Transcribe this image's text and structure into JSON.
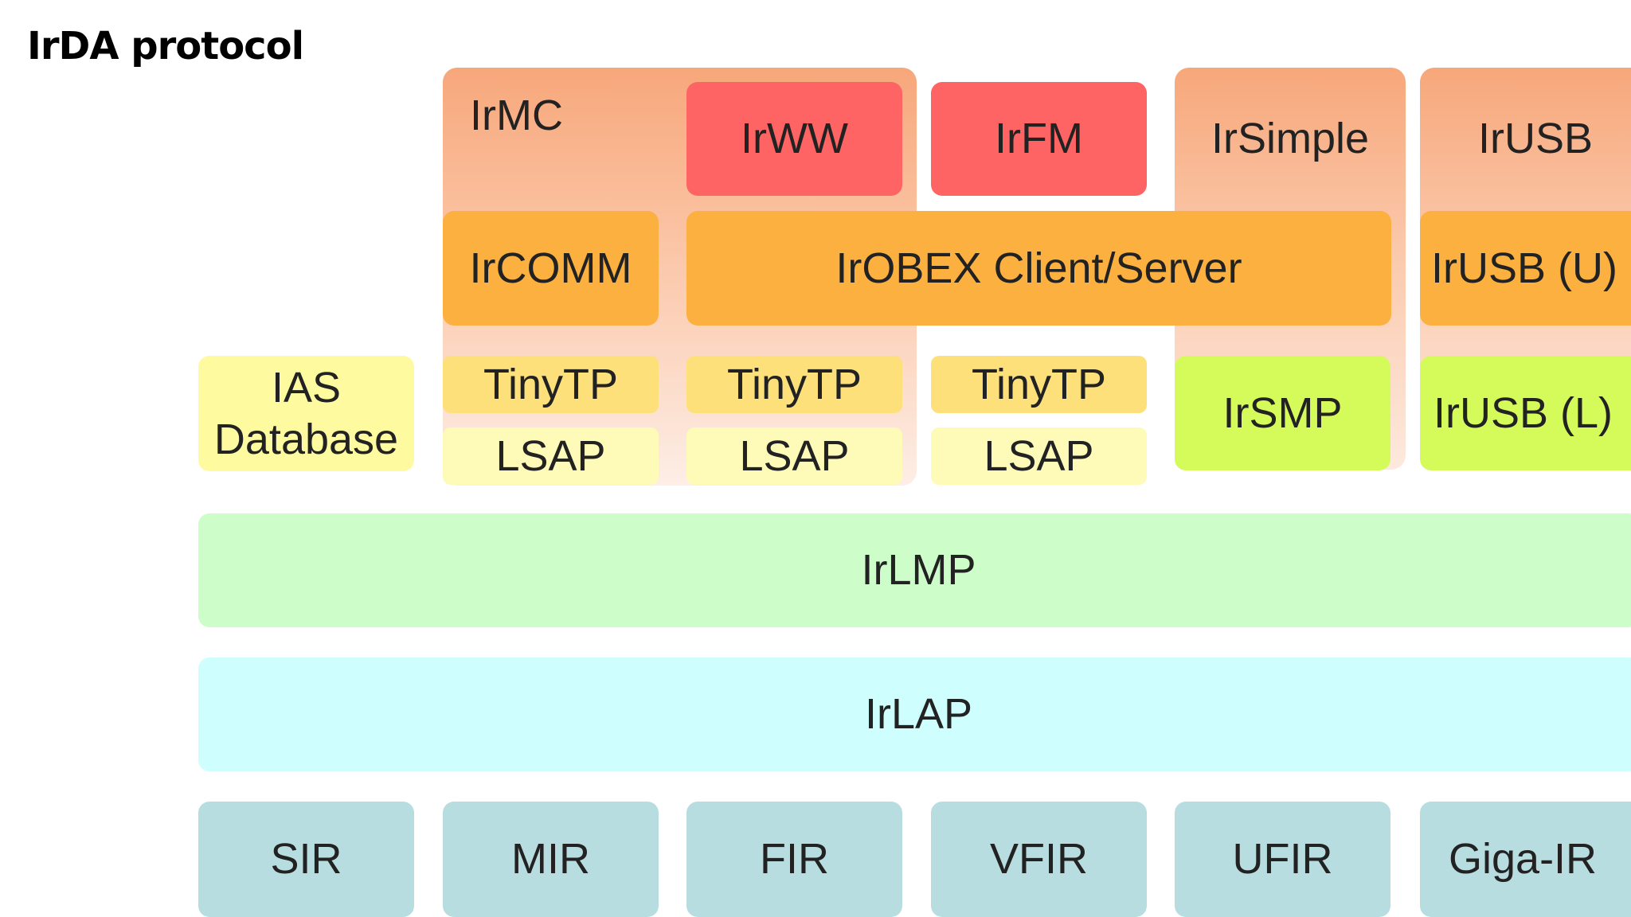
{
  "title": "IrDA protocol",
  "diagram": {
    "apps": {
      "irmc": "IrMC",
      "irww": "IrWW",
      "irfm": "IrFM",
      "irsimple": "IrSimple",
      "irusb": "IrUSB"
    },
    "session": {
      "ircomm": "IrCOMM",
      "irobex": "IrOBEX Client/Server",
      "irusb_u": "IrUSB (U)"
    },
    "ias": {
      "line1": "IAS",
      "line2": "Database"
    },
    "transport": {
      "tinytp": [
        "TinyTP",
        "TinyTP",
        "TinyTP"
      ],
      "lsap": [
        "LSAP",
        "LSAP",
        "LSAP"
      ],
      "irsmp": "IrSMP",
      "irusb_l": "IrUSB (L)"
    },
    "irlmp": "IrLMP",
    "irlap": "IrLAP",
    "physical": [
      "SIR",
      "MIR",
      "FIR",
      "VFIR",
      "UFIR",
      "Giga-IR"
    ]
  },
  "colors": {
    "salmon_top": "#f7a77a",
    "red": "#fe6464",
    "orange": "#fbb040",
    "tinytp": "#fde07a",
    "lsap": "#fefbb9",
    "ias": "#fefaa0",
    "lime": "#d5fb5b",
    "irlmp": "#cdfdc8",
    "irlap": "#cefefd",
    "physical": "#b7dde0"
  }
}
